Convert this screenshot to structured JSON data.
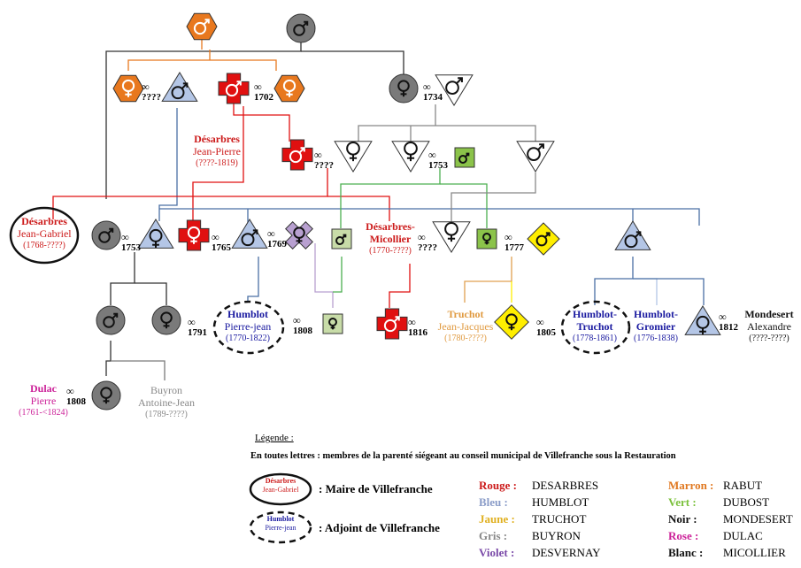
{
  "infinity": "∞",
  "unknown_marriage": "????",
  "marriage_years": {
    "m1702": "1702",
    "m1734": "1734",
    "m1753a": "1753",
    "m1753b": "1753",
    "m1765": "1765",
    "m1769": "1769",
    "m1777": "1777",
    "m1791": "1791",
    "m1808a": "1808",
    "m1808b": "1808",
    "m1816": "1816",
    "m1805": "1805",
    "m1812": "1812"
  },
  "persons": {
    "desarbres_jp": {
      "name": "Désarbres",
      "given": "Jean-Pierre",
      "dates": "(????-1819)",
      "color": "#cc1a1a"
    },
    "desarbres_jg": {
      "name": "Désarbres",
      "given": "Jean-Gabriel",
      "dates": "(1768-????)",
      "color": "#cc1a1a"
    },
    "desarbres_micollier": {
      "name": "Désarbres-",
      "given": "Micollier",
      "dates": "(1770-????)",
      "color": "#cc1a1a"
    },
    "humblot_pj": {
      "name": "Humblot",
      "given": "Pierre-jean",
      "dates": "(1770-1822)",
      "color": "#1a1aa0"
    },
    "truchot_jj": {
      "name": "Truchot",
      "given": "Jean-Jacques",
      "dates": "(1780-????)",
      "color": "#e09a40"
    },
    "humblot_truchot": {
      "name": "Humblot-",
      "given": "Truchot",
      "dates": "(1778-1861)",
      "color": "#1a1aa0"
    },
    "humblot_gromier": {
      "name": "Humblot-",
      "given": "Gromier",
      "dates": "(1776-1838)",
      "color": "#1a1aa0"
    },
    "mondesert_a": {
      "name": "Mondesert",
      "given": "Alexandre",
      "dates": "(????-????)",
      "color": "#111111"
    },
    "dulac_p": {
      "name": "Dulac",
      "given": "Pierre",
      "dates": "(1761-<1824)",
      "color": "#cc2299"
    },
    "buyron_aj": {
      "name": "Buyron",
      "given": "Antoine-Jean",
      "dates": "(1789-????)",
      "color": "#888888"
    }
  },
  "legend": {
    "title": "Légende :",
    "note": "En toutes lettres : membres de la parenté siégeant au conseil municipal de Villefranche sous la Restauration",
    "maire_example_name": "Désarbres",
    "maire_example_given": "Jean-Gabriel",
    "maire_label": ": Maire de Villefranche",
    "adjoint_example_name": "Humblot",
    "adjoint_example_given": "Pierre-jean",
    "adjoint_label": ": Adjoint de Villefranche",
    "colors": [
      {
        "key": "Rouge",
        "sep": ":",
        "family": "DESARBRES",
        "color": "#cc1a1a"
      },
      {
        "key": "Bleu",
        "sep": ":",
        "family": "HUMBLOT",
        "color": "#8a9cc8"
      },
      {
        "key": "Jaune",
        "sep": ":",
        "family": "TRUCHOT",
        "color": "#e0b020"
      },
      {
        "key": "Gris",
        "sep": ":",
        "family": "BUYRON",
        "color": "#888888"
      },
      {
        "key": "Violet",
        "sep": ":",
        "family": "DESVERNAY",
        "color": "#7a4aa8"
      },
      {
        "key": "Marron",
        "sep": ":",
        "family": "RABUT",
        "color": "#e07820"
      },
      {
        "key": "Vert",
        "sep": ":",
        "family": "DUBOST",
        "color": "#7ac03a"
      },
      {
        "key": "Noir",
        "sep": ":",
        "family": "MONDESERT",
        "color": "#111111"
      },
      {
        "key": "Rose",
        "sep": ":",
        "family": "DULAC",
        "color": "#cc2299"
      },
      {
        "key": "Blanc",
        "sep": ":",
        "family": "MICOLLIER",
        "color": "#111111"
      }
    ]
  },
  "palette": {
    "rabut": "#e8781e",
    "desarbres": "#e01010",
    "humblot": "#b4c6e6",
    "truchot": "#ffee00",
    "buyron": "#7a7a7a",
    "desvernay": "#b8a0d0",
    "dubost": "#8bc34a",
    "dubost_light": "#c8dca8",
    "white": "#ffffff",
    "line_gray": "#888888",
    "line_green": "#4caf50"
  }
}
